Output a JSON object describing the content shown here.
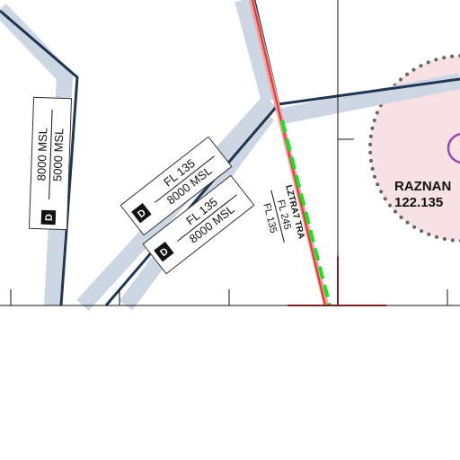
{
  "colors": {
    "background": "#ffffff",
    "corridor": "#cdd7e3",
    "route_line": "#1f3550",
    "boundary_red": "#d83a3a",
    "boundary_pink": "#f2a0a0",
    "dashed_green": "#22dd22",
    "restricted_fill": "#f7e1e4",
    "restricted_dots": "#666666",
    "restricted_ring": "#9a4aa8",
    "label_bg": "#ffffff",
    "text": "#111111"
  },
  "labels": {
    "left_airway": {
      "upper": "8000 MSL",
      "lower": "5000 MSL",
      "badge": "D"
    },
    "diag_upper": {
      "upper": "FL 135",
      "lower": "8000 MSL",
      "badge": "D"
    },
    "diag_lower": {
      "upper": "FL 135",
      "lower": "8000 MSL",
      "badge": "D"
    }
  },
  "tra": {
    "name": "LZTRA7 TRA",
    "upper": "FL 245",
    "lower": "FL 135"
  },
  "airspace": {
    "name": "RAZNAN",
    "frequency": "122.135"
  }
}
